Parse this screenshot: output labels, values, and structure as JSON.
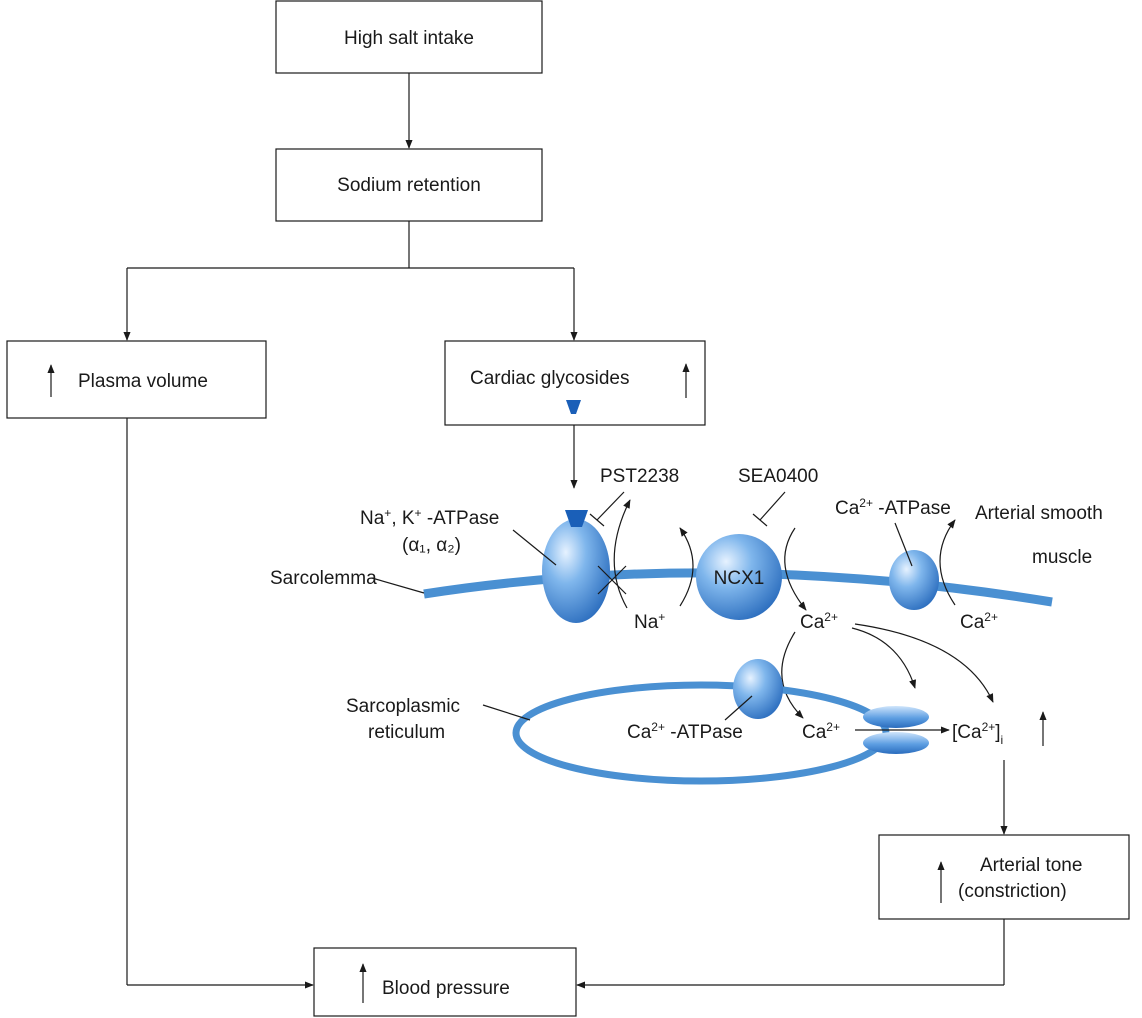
{
  "boxes": {
    "high_salt": "High salt intake",
    "sodium_retention": "Sodium retention",
    "plasma_volume": "Plasma volume",
    "cardiac_glycosides": "Cardiac glycosides",
    "arterial_tone_1": "Arterial tone",
    "arterial_tone_2": "(constriction)",
    "blood_pressure": "Blood pressure"
  },
  "labels": {
    "pst2238": "PST2238",
    "sea0400": "SEA0400",
    "na_k_na": "Na",
    "na_k_plus1": "+",
    "na_k_k": ", K",
    "na_k_plus2": "+",
    "na_k_atpase": " -ATPase",
    "alpha_line": "(α₁, α₂)",
    "sarcolemma": "Sarcolemma",
    "ncx1": "NCX1",
    "na_ion": "Na",
    "na_ion_sup": "+",
    "ca_atpase_top": "Ca",
    "ca_atpase_top_sup": "2+",
    "ca_atpase_top_rest": " -ATPase",
    "arterial_smooth_1": "Arterial smooth",
    "arterial_smooth_2": "muscle",
    "ca_right": "Ca",
    "ca_right_sup": "2+",
    "ca_center": "Ca",
    "ca_center_sup": "2+",
    "sr_1": "Sarcoplasmic",
    "sr_2": "reticulum",
    "ca_atpase_sr": "Ca",
    "ca_atpase_sr_sup": "2+",
    "ca_atpase_sr_rest": " -ATPase",
    "ca_sr": "Ca",
    "ca_sr_sup": "2+",
    "cai_open": "[Ca",
    "cai_sup": "2+",
    "cai_close": "]",
    "cai_sub": "i"
  },
  "colors": {
    "membrane": "#4a90d2",
    "protein_light": "#c9e2fb",
    "protein_dark": "#2f73c2",
    "glycoside": "#1a5fb8"
  }
}
